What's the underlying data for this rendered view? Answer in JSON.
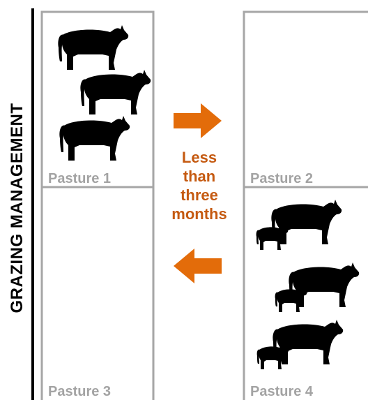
{
  "title": "GRAZING MANAGEMENT",
  "pastures": [
    {
      "label": "Pasture 1",
      "herd": "cow-herd"
    },
    {
      "label": "Pasture 2",
      "herd": "none"
    },
    {
      "label": "Pasture 3",
      "herd": "none"
    },
    {
      "label": "Pasture 4",
      "herd": "cow-calf-herd"
    }
  ],
  "rotation": {
    "interval_lines": [
      "Less",
      "than",
      "three",
      "months"
    ],
    "arrow_icons": [
      "right-arrow-icon",
      "left-arrow-icon"
    ]
  },
  "colors": {
    "border": "#a6a6a6",
    "label": "#a3a3a3",
    "accent": "#e36c0a",
    "interval_text": "#c55a11",
    "silhouette": "#000000"
  }
}
